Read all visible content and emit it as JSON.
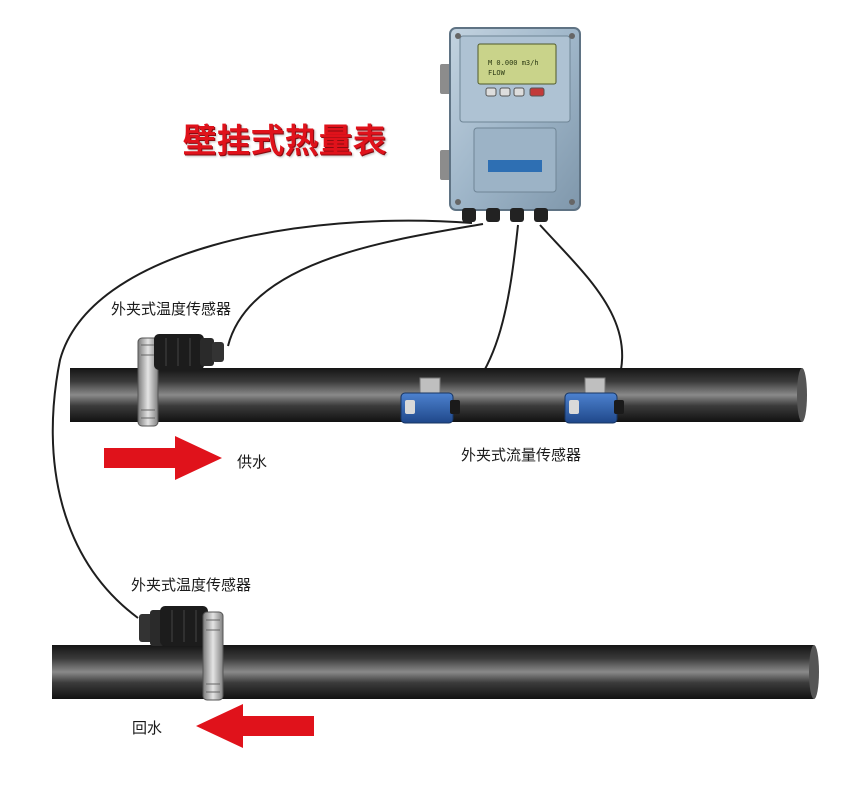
{
  "title": "壁挂式热量表",
  "labels": {
    "temp_sensor_supply": "外夹式温度传感器",
    "temp_sensor_return": "外夹式温度传感器",
    "flow_sensors": "外夹式流量传感器",
    "supply_water": "供水",
    "return_water": "回水"
  },
  "meter_display": {
    "line1": "M 0.000 m3/h",
    "line2": "FLOW"
  },
  "colors": {
    "title": "#e0121b",
    "arrow": "#e0121b",
    "pipe": "#2b2b2b",
    "meter_body": "#9fb6c9",
    "lcd": "#c9d38a",
    "flow_sensor": "#2f63b0"
  },
  "icons": {
    "arrow_supply": "arrow-right-icon",
    "arrow_return": "arrow-left-icon"
  }
}
